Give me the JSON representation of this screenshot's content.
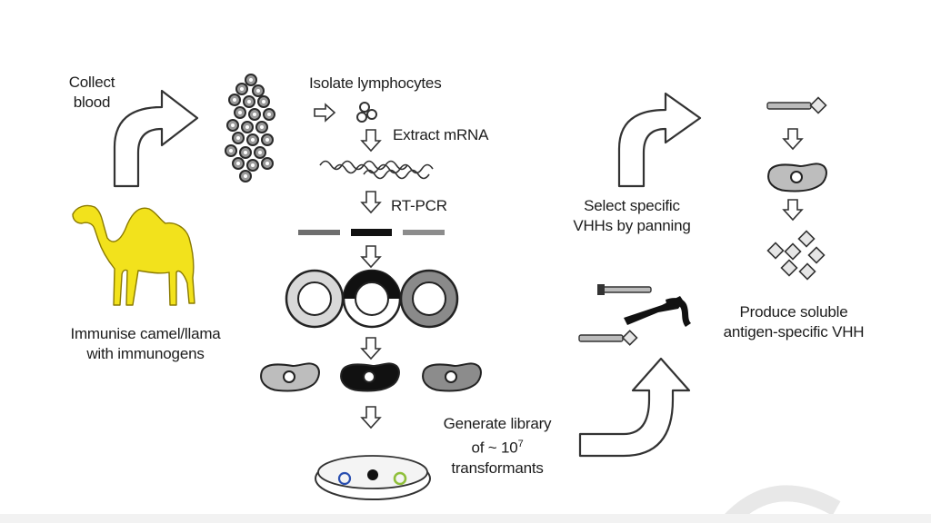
{
  "steps": {
    "collect_blood": [
      "Collect",
      "blood"
    ],
    "immunise": [
      "Immunise camel/llama",
      "with immunogens"
    ],
    "isolate": "Isolate lymphocytes",
    "extract": "Extract mRNA",
    "rtpcr": "RT-PCR",
    "generate": {
      "line1": "Generate library",
      "line2_prefix": "of ~ 10",
      "line2_sup": "7",
      "line3": "transformants"
    },
    "select": [
      "Select specific",
      "VHHs by panning"
    ],
    "produce": [
      "Produce soluble",
      "antigen-specific VHH"
    ]
  },
  "colors": {
    "camel": "#f2e21c",
    "camel_outline": "#8a7a00",
    "dark": "#1a1a1a",
    "gray_cell": "#8c8c8c",
    "light_cell": "#d4d4d4",
    "colony_blue": "#2a4fb0",
    "colony_green": "#8fbf3a"
  },
  "icons": [
    "curved-arrow-icon",
    "camel-icon",
    "down-arrow-icon",
    "right-arrow-icon",
    "petri-dish-icon"
  ]
}
